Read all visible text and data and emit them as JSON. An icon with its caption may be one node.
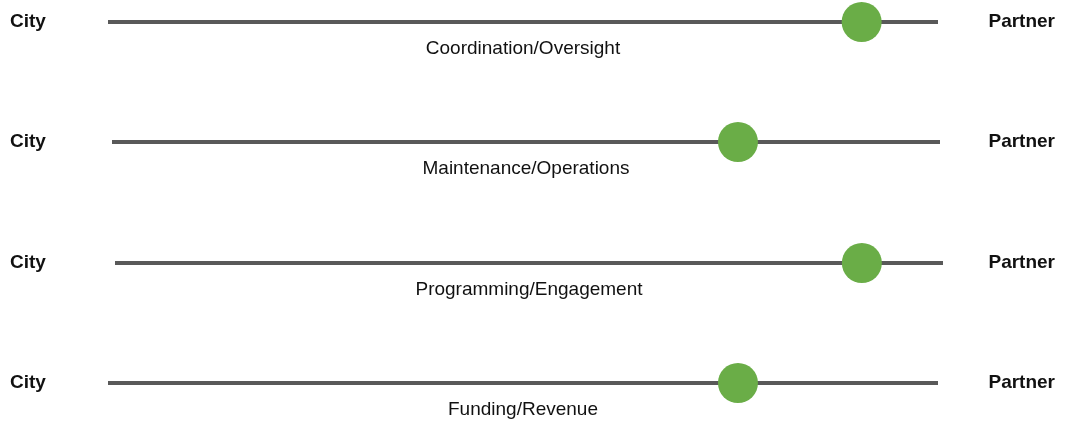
{
  "diagram": {
    "labels": [
      "City",
      "Partner",
      "Coordination/Oversight",
      "City",
      "Partner",
      "Maintenance/Operations",
      "City",
      "Partner",
      "Programming/Engagement",
      "City",
      "Partner",
      "Funding/Revenue"
    ]
  }
}
